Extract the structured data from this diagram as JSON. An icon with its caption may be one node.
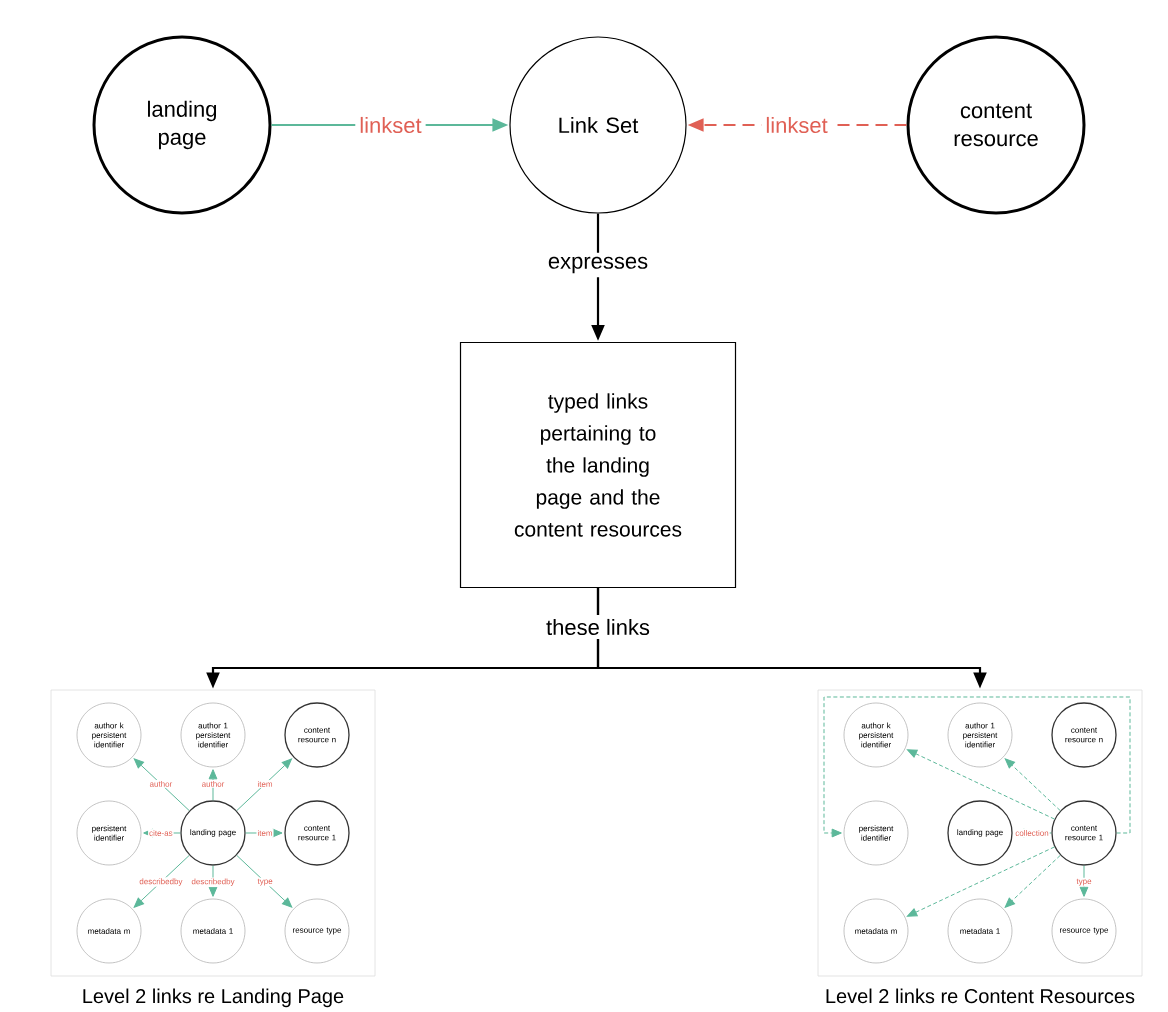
{
  "diagram": {
    "nodes": [
      {
        "text": [
          "landing page"
        ]
      },
      {
        "text": [
          "Link Set"
        ]
      },
      {
        "text": [
          "content resource"
        ]
      },
      {
        "text": [
          "typed links pertaining to the landing page and the content resources"
        ]
      },
      {
        "text": [],
        "shape": "box",
        "beside": [
          "Level 2 links re Landing Page"
        ]
      },
      {
        "text": [
          "author k persistent identifier"
        ],
        "in": 4
      },
      {
        "text": [
          "author 1 persistent identifier"
        ],
        "in": 4
      },
      {
        "text": [
          "content resource n"
        ],
        "in": 4
      },
      {
        "text": [
          "persistent identifier"
        ],
        "in": 4
      },
      {
        "text": [
          "landing page"
        ],
        "in": 4
      },
      {
        "text": [
          "content resource 1"
        ],
        "in": 4
      },
      {
        "text": [
          "metadata m"
        ],
        "in": 4
      },
      {
        "text": [
          "metadata 1"
        ],
        "in": 4
      },
      {
        "text": [
          "resource type"
        ],
        "in": 4
      },
      {
        "text": [],
        "shape": "box",
        "beside": [
          "Level 2 links re Content Resources"
        ]
      },
      {
        "text": [
          "author k persistent identifier"
        ],
        "in": 14
      },
      {
        "text": [
          "author 1 persistent identifier"
        ],
        "in": 14
      },
      {
        "text": [
          "content resource n"
        ],
        "in": 14
      },
      {
        "text": [
          "persistent identifier"
        ],
        "in": 14
      },
      {
        "text": [
          "landing page"
        ],
        "in": 14
      },
      {
        "text": [
          "content resource 1"
        ],
        "in": 14
      },
      {
        "text": [
          "metadata m"
        ],
        "in": 14
      },
      {
        "text": [
          "metadata 1"
        ],
        "in": 14
      },
      {
        "text": [
          "resource type"
        ],
        "in": 14
      }
    ],
    "edges": [
      {
        "from": 0,
        "to": 1,
        "arrow": "to",
        "label": "linkset"
      },
      {
        "from": 2,
        "to": 1,
        "arrow": "to",
        "label": "linkset",
        "style": "dashed",
        "color": "#e06055"
      },
      {
        "from": 1,
        "to": 3,
        "arrow": "to",
        "label": "expresses",
        "color": "#000000"
      },
      {
        "from": 3,
        "to": 4,
        "arrow": "to",
        "label": "these links",
        "color": "#000000"
      },
      {
        "from": 3,
        "to": 14,
        "arrow": "to",
        "color": "#000000"
      },
      {
        "from": 9,
        "to": 5,
        "arrow": "to",
        "label": "author"
      },
      {
        "from": 9,
        "to": 6,
        "arrow": "to",
        "label": "author"
      },
      {
        "from": 9,
        "to": 7,
        "arrow": "to",
        "label": "item"
      },
      {
        "from": 9,
        "to": 8,
        "arrow": "to",
        "label": "cite-as"
      },
      {
        "from": 9,
        "to": 10,
        "arrow": "to",
        "label": "item"
      },
      {
        "from": 9,
        "to": 11,
        "arrow": "to",
        "label": "describedby"
      },
      {
        "from": 9,
        "to": 12,
        "arrow": "to",
        "label": "describedby"
      },
      {
        "from": 9,
        "to": 13,
        "arrow": "to",
        "label": "type"
      },
      {
        "from": 20,
        "to": 15,
        "arrow": "to",
        "style": "dashed"
      },
      {
        "from": 20,
        "to": 16,
        "arrow": "to",
        "style": "dashed"
      },
      {
        "from": 20,
        "to": 18,
        "arrow": "to",
        "style": "dashed"
      },
      {
        "from": 20,
        "to": 19,
        "arrow": "to",
        "label": "collection"
      },
      {
        "from": 20,
        "to": 21,
        "arrow": "to",
        "style": "dashed"
      },
      {
        "from": 20,
        "to": 22,
        "arrow": "to",
        "style": "dashed"
      },
      {
        "from": 20,
        "to": 23,
        "arrow": "to",
        "label": "type"
      }
    ]
  }
}
